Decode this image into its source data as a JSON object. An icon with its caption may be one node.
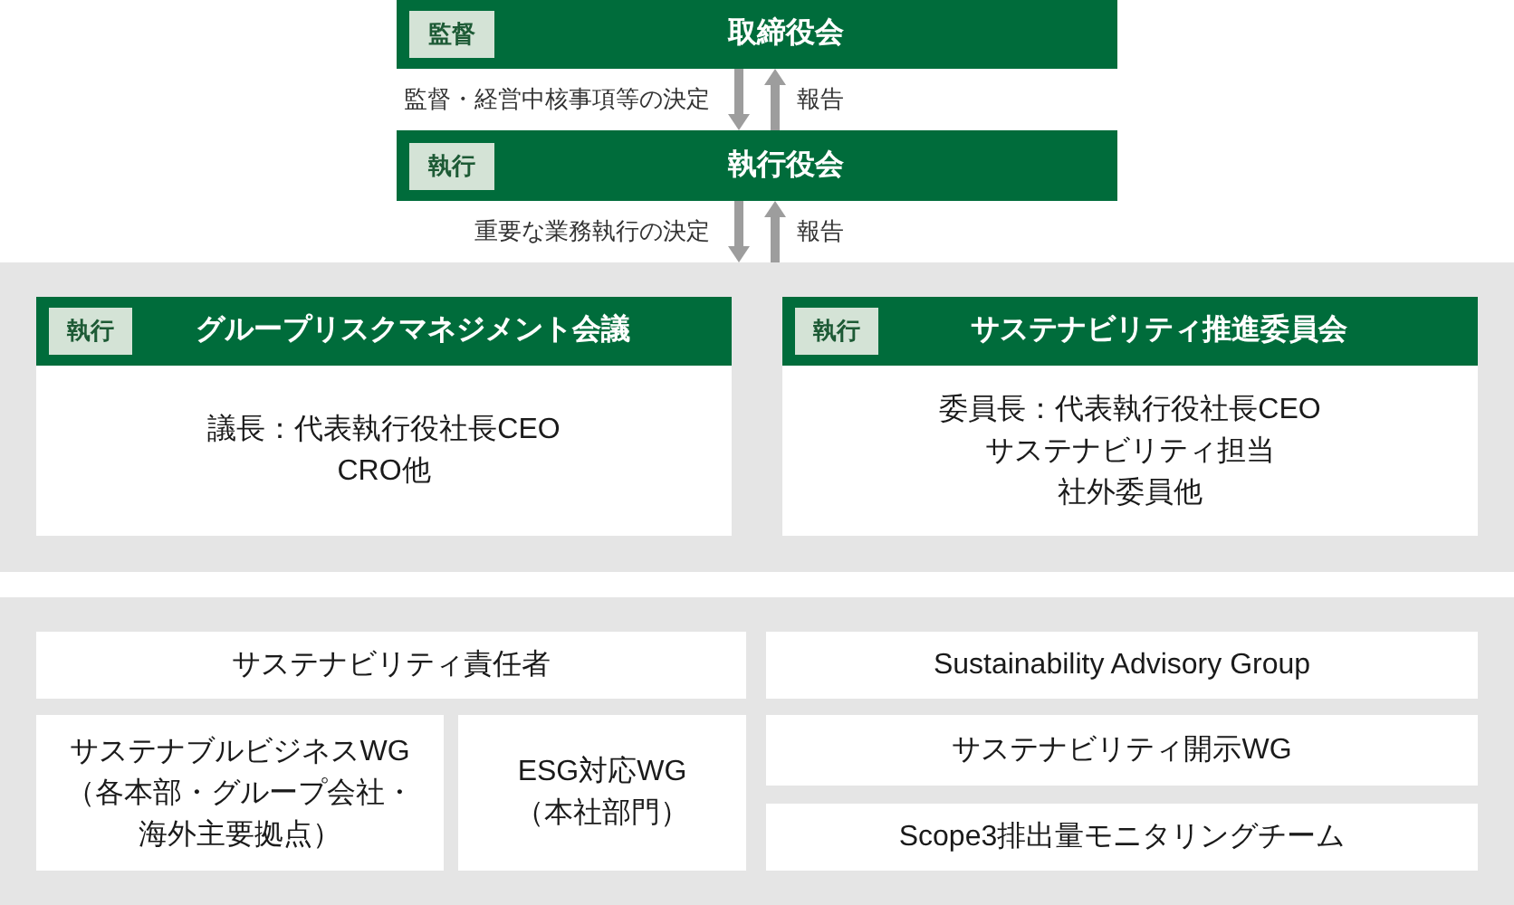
{
  "diagram": {
    "nodes": [
      {
        "text": [
          "取締役会"
        ]
      },
      {
        "text": [
          "監督"
        ],
        "in": 0
      },
      {
        "text": [
          "執行役会"
        ]
      },
      {
        "text": [
          "執行"
        ],
        "in": 2
      },
      {
        "text": [],
        "shape": "box"
      },
      {
        "text": [
          "グループリスクマネジメント会議",
          "議長：代表執行役社長CEO",
          "CRO他"
        ],
        "in": 4
      },
      {
        "text": [
          "執行"
        ],
        "in": 5
      },
      {
        "text": [
          "サステナビリティ推進委員会",
          "委員長：代表執行役社長CEO",
          "サステナビリティ担当",
          "社外委員他"
        ],
        "in": 4
      },
      {
        "text": [
          "執行"
        ],
        "in": 7
      },
      {
        "text": [],
        "shape": "box"
      },
      {
        "text": [
          "サステナビリティ責任者"
        ],
        "in": 9
      },
      {
        "text": [
          "サステナブルビジネスWG",
          "（各本部・グループ会社・海外主要拠点）"
        ],
        "in": 9
      },
      {
        "text": [
          "ESG対応WG",
          "（本社部門）"
        ],
        "in": 9
      },
      {
        "text": [
          "Sustainability Advisory Group"
        ],
        "in": 9
      },
      {
        "text": [
          "サステナビリティ開示WG"
        ],
        "in": 9
      },
      {
        "text": [
          "Scope3排出量モニタリングチーム"
        ],
        "in": 9
      }
    ],
    "edges": [
      {
        "from": 0,
        "to": 2,
        "arrow": "to",
        "label": "監督・経営中核事項等の決定"
      },
      {
        "from": 2,
        "to": 0,
        "arrow": "to",
        "label": "報告"
      },
      {
        "from": 2,
        "to": 4,
        "arrow": "to",
        "label": "重要な業務執行の決定"
      },
      {
        "from": 4,
        "to": 2,
        "arrow": "to",
        "label": "報告"
      }
    ]
  }
}
